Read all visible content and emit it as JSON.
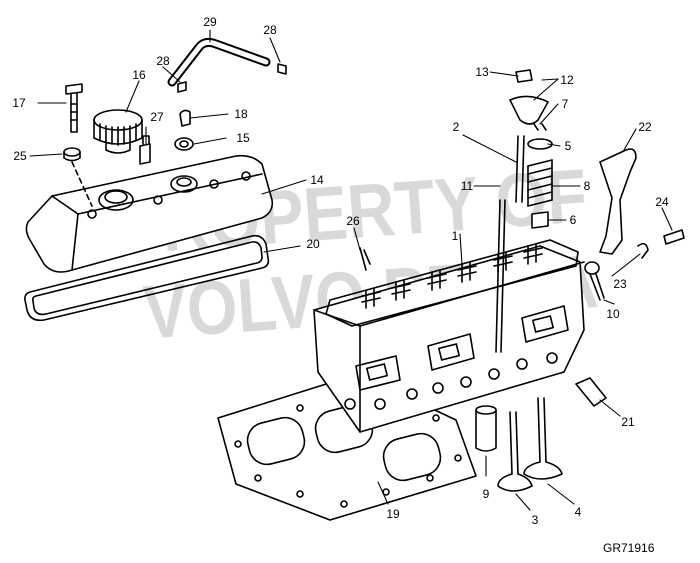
{
  "watermark": {
    "line1": "PROPERTY OF",
    "line2": "VOLVO PENTA"
  },
  "reference_code": "GR71916",
  "callouts": [
    {
      "id": "c1",
      "label": "1"
    },
    {
      "id": "c2",
      "label": "2"
    },
    {
      "id": "c3",
      "label": "3"
    },
    {
      "id": "c4",
      "label": "4"
    },
    {
      "id": "c5",
      "label": "5"
    },
    {
      "id": "c6",
      "label": "6"
    },
    {
      "id": "c7",
      "label": "7"
    },
    {
      "id": "c8",
      "label": "8"
    },
    {
      "id": "c9",
      "label": "9"
    },
    {
      "id": "c10",
      "label": "10"
    },
    {
      "id": "c11",
      "label": "11"
    },
    {
      "id": "c12",
      "label": "12"
    },
    {
      "id": "c13",
      "label": "13"
    },
    {
      "id": "c14",
      "label": "14"
    },
    {
      "id": "c15",
      "label": "15"
    },
    {
      "id": "c16",
      "label": "16"
    },
    {
      "id": "c17",
      "label": "17"
    },
    {
      "id": "c18",
      "label": "18"
    },
    {
      "id": "c19",
      "label": "19"
    },
    {
      "id": "c20",
      "label": "20"
    },
    {
      "id": "c21",
      "label": "21"
    },
    {
      "id": "c22",
      "label": "22"
    },
    {
      "id": "c23",
      "label": "23"
    },
    {
      "id": "c24",
      "label": "24"
    },
    {
      "id": "c25",
      "label": "25"
    },
    {
      "id": "c26",
      "label": "26"
    },
    {
      "id": "c27",
      "label": "27"
    },
    {
      "id": "c28a",
      "label": "28"
    },
    {
      "id": "c28b",
      "label": "28"
    },
    {
      "id": "c29",
      "label": "29"
    }
  ]
}
